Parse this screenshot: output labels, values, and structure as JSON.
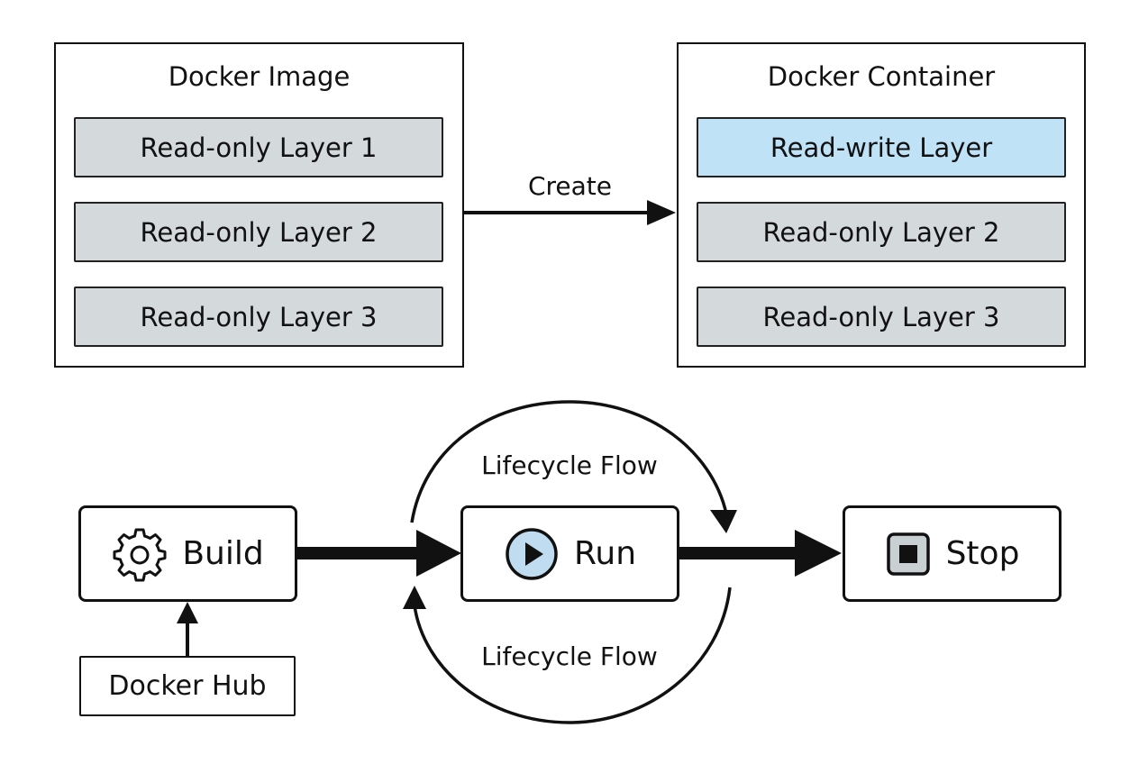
{
  "image_box": {
    "title": "Docker Image",
    "layers": [
      "Read-only Layer 1",
      "Read-only Layer 2",
      "Read-only Layer 3"
    ]
  },
  "container_box": {
    "title": "Docker Container",
    "layers": [
      "Read-write Layer",
      "Read-only Layer 2",
      "Read-only Layer 3"
    ]
  },
  "create_label": "Create",
  "lifecycle": {
    "top_label": "Lifecycle Flow",
    "bottom_label": "Lifecycle Flow"
  },
  "nodes": {
    "build": {
      "label": "Build",
      "icon": "gear-icon"
    },
    "run": {
      "label": "Run",
      "icon": "play-icon"
    },
    "stop": {
      "label": "Stop",
      "icon": "stop-icon"
    }
  },
  "docker_hub": "Docker Hub",
  "colors": {
    "read_only_layer": "#d4d9dc",
    "read_write_layer": "#bfe2f7",
    "play_icon_fill": "#bfdcf0",
    "stop_icon_fill": "#c9d0d4"
  }
}
